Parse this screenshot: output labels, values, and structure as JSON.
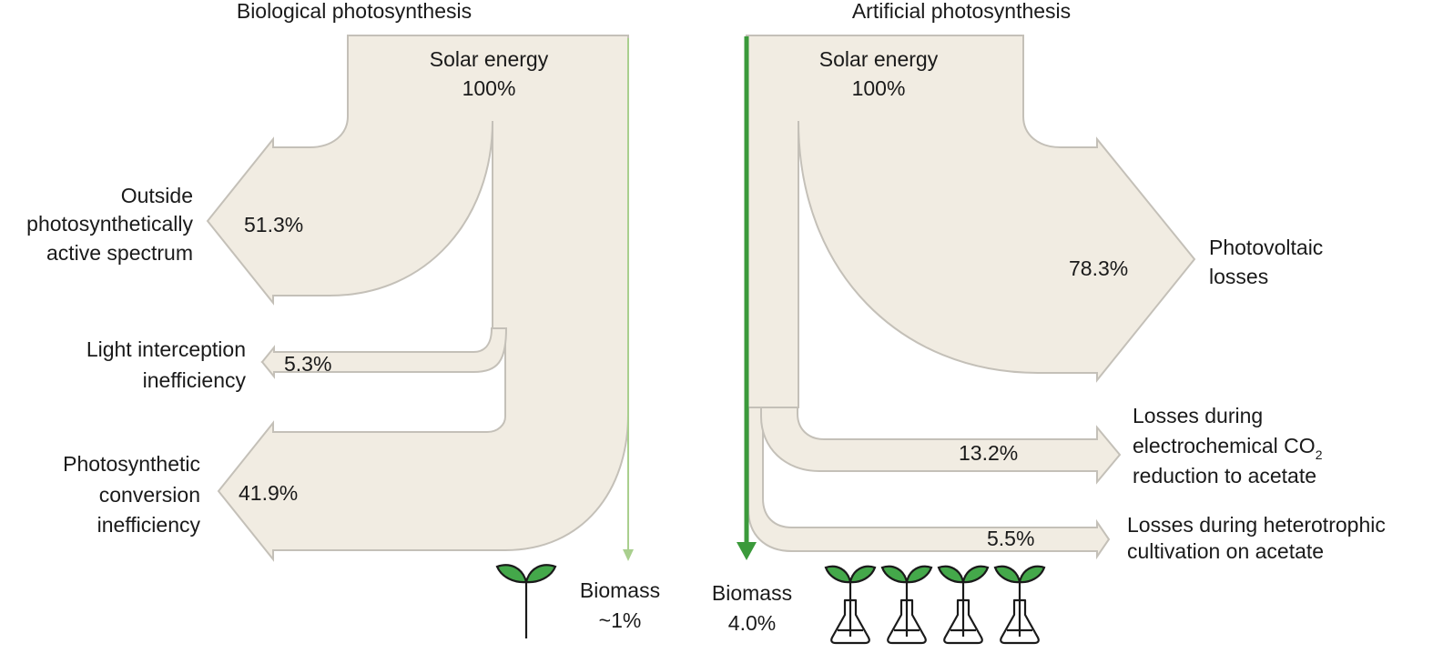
{
  "biological": {
    "title": "Biological photosynthesis",
    "solar_label": "Solar energy",
    "solar_value": "100%",
    "outside_label": [
      "Outside",
      "photosynthetically",
      "active spectrum"
    ],
    "outside_value": "51.3%",
    "light_label": [
      "Light interception",
      "inefficiency"
    ],
    "light_value": "5.3%",
    "conversion_label": [
      "Photosynthetic",
      "conversion",
      "inefficiency"
    ],
    "conversion_value": "41.9%",
    "biomass_label": "Biomass",
    "biomass_value": "~1%"
  },
  "artificial": {
    "title": "Artificial photosynthesis",
    "solar_label": "Solar energy",
    "solar_value": "100%",
    "pv_label": [
      "Photovoltaic",
      "losses"
    ],
    "pv_value": "78.3%",
    "electro_label_1": "Losses during",
    "electro_label_2": "electrochemical CO",
    "electro_label_2_sub": "2",
    "electro_label_3": "reduction to acetate",
    "electro_value": "13.2%",
    "hetero_label": [
      "Losses during heterotrophic",
      "cultivation on acetate"
    ],
    "hetero_value": "5.5%",
    "biomass_label": "Biomass",
    "biomass_value": "4.0%"
  },
  "colors": {
    "flow_fill": "#f1ece2",
    "flow_stroke": "#c4c0b8",
    "bio_biomass_arrow": "#a9cf8e",
    "art_biomass_arrow": "#3b9a3b",
    "leaf": "#44a84a"
  },
  "icons": {
    "bio": "sprout-icon",
    "art": "sprout-in-flask-icon"
  }
}
